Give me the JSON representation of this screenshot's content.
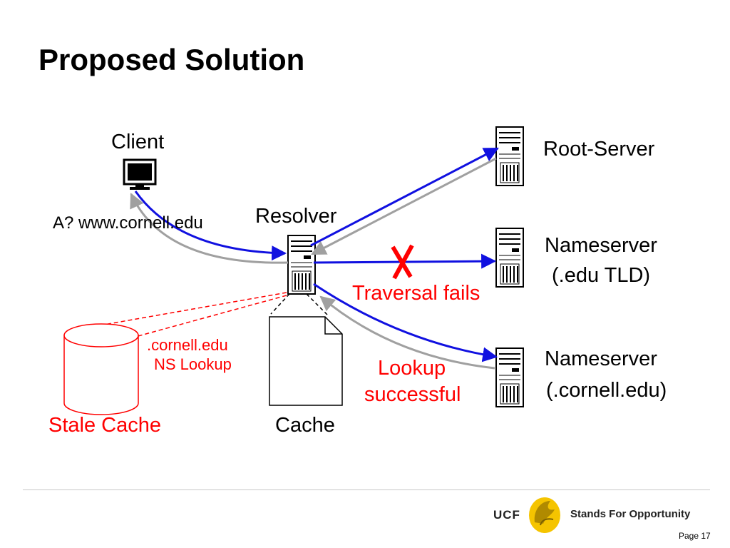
{
  "slide": {
    "title": "Proposed Solution",
    "page": "Page 17"
  },
  "diagram": {
    "client": "Client",
    "query": "A? www.cornell.edu",
    "resolver": "Resolver",
    "root": "Root-Server",
    "tld_line1": "Nameserver",
    "tld_line2": "(.edu TLD)",
    "cornell_line1": "Nameserver",
    "cornell_line2": "(.cornell.edu)",
    "traversal": "Traversal fails",
    "lookup_line1": "Lookup",
    "lookup_line2": "successful",
    "ns_lookup_line1": ".cornell.edu",
    "ns_lookup_line2": "NS Lookup",
    "stale_cache": "Stale Cache",
    "cache": "Cache"
  },
  "footer": {
    "brand": "UCF",
    "tagline": "Stands For Opportunity"
  },
  "colors": {
    "query_arrow": "#1010e0",
    "reply_arrow": "#a0a0a0",
    "highlight": "#ff0000"
  }
}
